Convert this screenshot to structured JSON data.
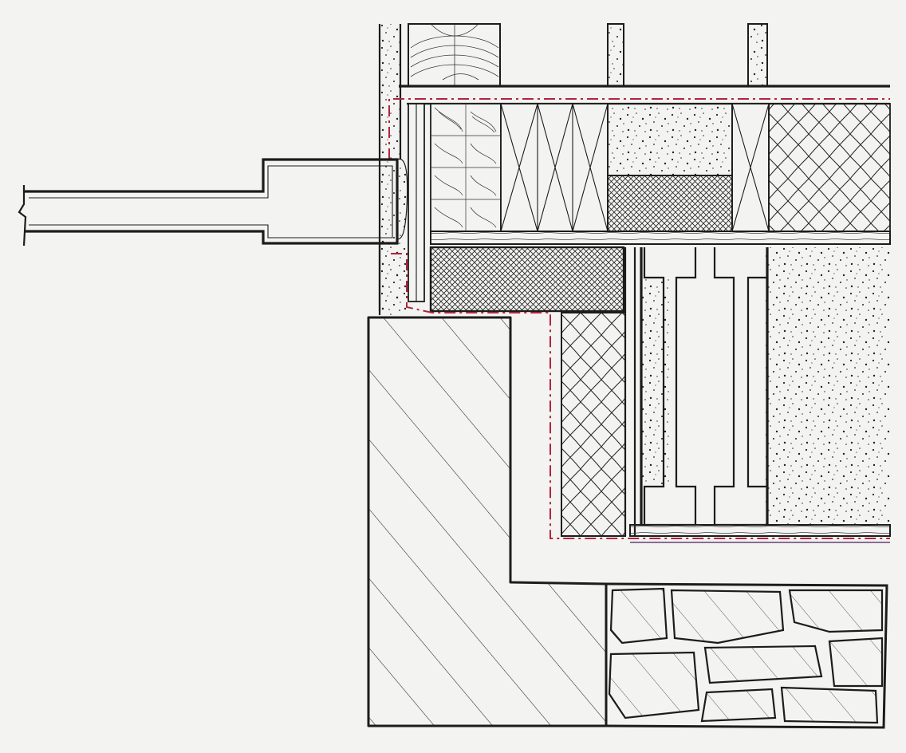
{
  "drawing": {
    "kind": "architectural construction section detail (wall / floor / foundation junction)",
    "labels": [],
    "colors": {
      "paper": "#f3f3f1",
      "ink": "#1c1c1c",
      "air_barrier": "#b3243a",
      "vapour_line": "#7a5a86"
    },
    "materials": [
      {
        "name": "timber-end-grain",
        "fill": "hatch"
      },
      {
        "name": "mineral-wool-insulation",
        "fill": "cross-batt"
      },
      {
        "name": "rigid-insulation",
        "fill": "diamond"
      },
      {
        "name": "concrete",
        "fill": "stipple"
      },
      {
        "name": "screed",
        "fill": "crosshatch"
      },
      {
        "name": "foundation-concrete",
        "fill": "diagonal"
      },
      {
        "name": "rubble-stone",
        "fill": "stone"
      }
    ]
  }
}
